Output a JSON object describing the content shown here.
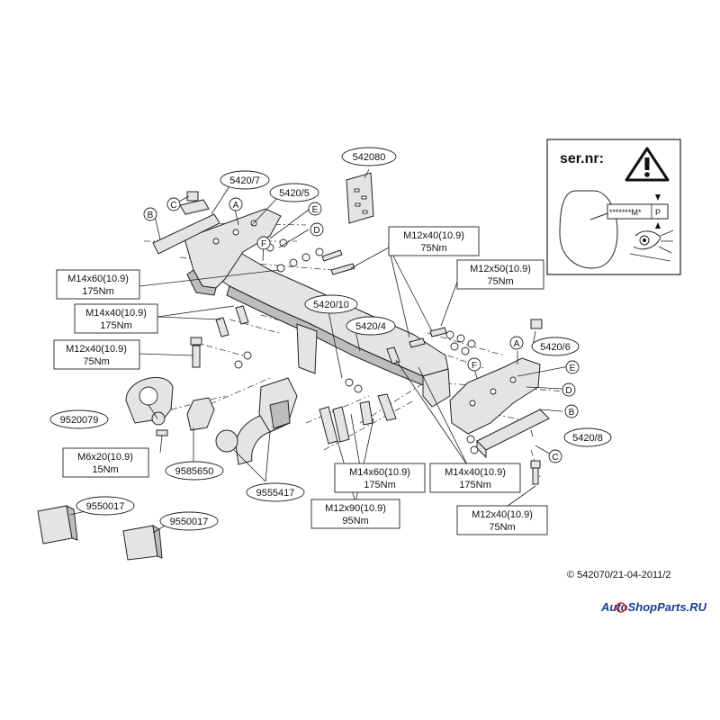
{
  "part_numbers": {
    "p542080": "542080",
    "p5420_7": "5420/7",
    "p5420_5": "5420/5",
    "p5420_10": "5420/10",
    "p5420_4": "5420/4",
    "p5420_6": "5420/6",
    "p5420_8": "5420/8",
    "p9520079": "9520079",
    "p9585650": "9585650",
    "p9555417": "9555417",
    "p9550017a": "9550017",
    "p9550017b": "9550017"
  },
  "letters": {
    "left": {
      "A": "A",
      "B": "B",
      "C": "C",
      "D": "D",
      "E": "E",
      "F": "F"
    },
    "right": {
      "A": "A",
      "B": "B",
      "C": "C",
      "D": "D",
      "E": "E",
      "F": "F"
    }
  },
  "bolts": {
    "b1": {
      "size": "M12x40(10.9)",
      "torque": "75Nm"
    },
    "b2": {
      "size": "M12x50(10.9)",
      "torque": "75Nm"
    },
    "b3": {
      "size": "M14x60(10.9)",
      "torque": "175Nm"
    },
    "b4": {
      "size": "M14x40(10.9)",
      "torque": "175Nm"
    },
    "b5": {
      "size": "M12x40(10.9)",
      "torque": "75Nm"
    },
    "b6": {
      "size": "M6x20(10.9)",
      "torque": "15Nm"
    },
    "b7": {
      "size": "M14x60(10.9)",
      "torque": "175Nm"
    },
    "b8": {
      "size": "M14x40(10.9)",
      "torque": "175Nm"
    },
    "b9": {
      "size": "M12x90(10.9)",
      "torque": "95Nm"
    },
    "b10": {
      "size": "M12x40(10.9)",
      "torque": "75Nm"
    }
  },
  "serial_panel": {
    "title": "ser.nr:",
    "plate_text": "*******M*",
    "plate_p": "P"
  },
  "copyright": "© 542070/21-04-2011/2",
  "watermark": "AutoShopParts.RU",
  "colors": {
    "line": "#222222",
    "watermark": "#1a3d8f",
    "watermark_accent": "#d62020"
  }
}
